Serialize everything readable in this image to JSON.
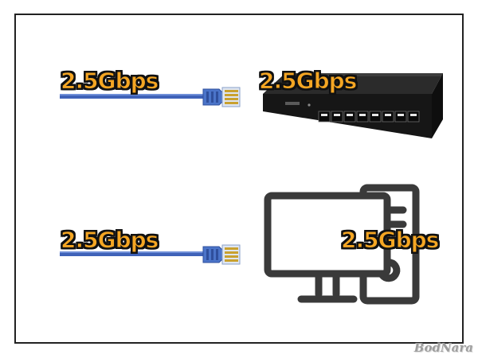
{
  "labels": {
    "cable_top": "2.5Gbps",
    "switch": "2.5Gbps",
    "cable_bottom": "2.5Gbps",
    "pc": "2.5Gbps"
  },
  "icons": {
    "cable": "ethernet-cable-icon",
    "switch": "network-switch-icon",
    "pc": "desktop-computer-icon"
  },
  "colors": {
    "label_fill": "#f5a623",
    "cable": "#3f62b8",
    "switch_body": "#1c1c1c",
    "pc_icon": "#3a3a3a"
  },
  "watermark": "BodNara"
}
